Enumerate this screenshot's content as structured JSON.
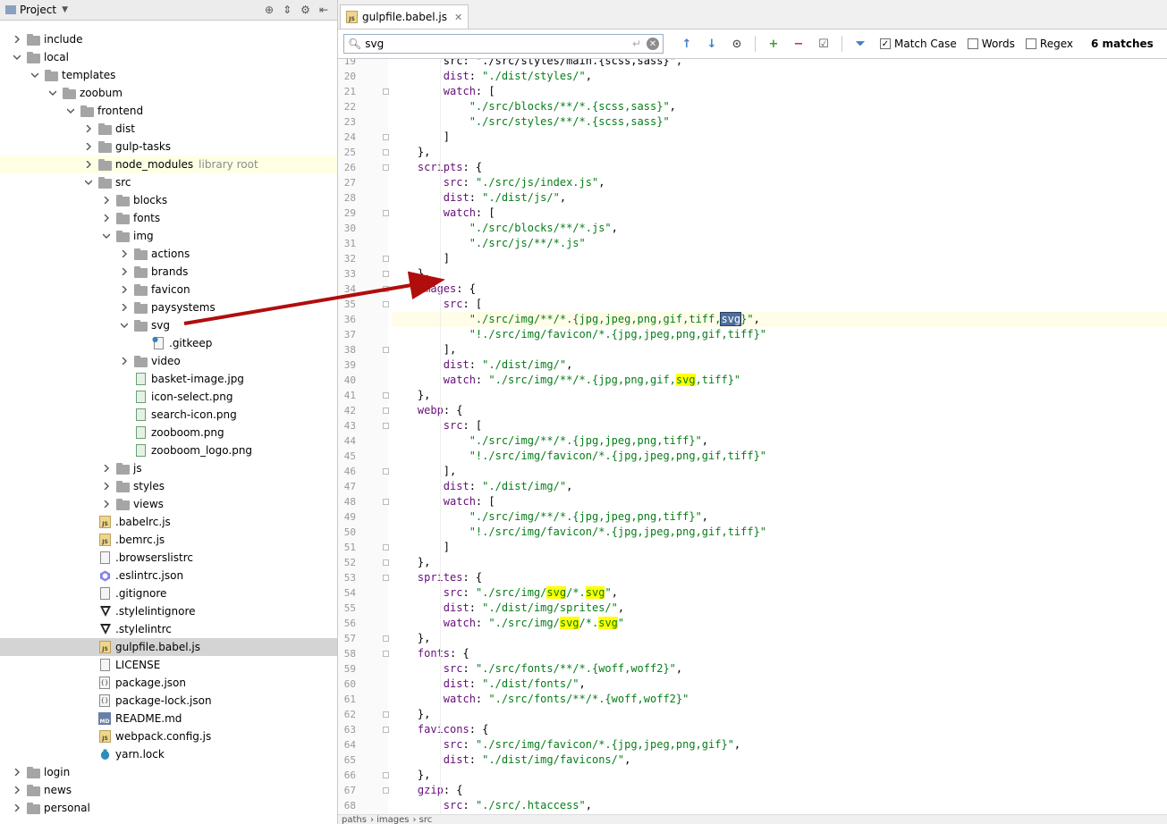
{
  "sidebar": {
    "title": "Project",
    "tree": [
      {
        "label": "include",
        "kind": "folder",
        "depth": 0,
        "chev": "right"
      },
      {
        "label": "local",
        "kind": "folder",
        "depth": 0,
        "chev": "down"
      },
      {
        "label": "templates",
        "kind": "folder",
        "depth": 1,
        "chev": "down"
      },
      {
        "label": "zoobum",
        "kind": "folder",
        "depth": 2,
        "chev": "down"
      },
      {
        "label": "frontend",
        "kind": "folder",
        "depth": 3,
        "chev": "down"
      },
      {
        "label": "dist",
        "kind": "folder",
        "depth": 4,
        "chev": "right"
      },
      {
        "label": "gulp-tasks",
        "kind": "folder",
        "depth": 4,
        "chev": "right"
      },
      {
        "label": "node_modules",
        "kind": "folder",
        "depth": 4,
        "chev": "right",
        "hint": "library root",
        "highlight": true
      },
      {
        "label": "src",
        "kind": "folder",
        "depth": 4,
        "chev": "down"
      },
      {
        "label": "blocks",
        "kind": "folder",
        "depth": 5,
        "chev": "right"
      },
      {
        "label": "fonts",
        "kind": "folder",
        "depth": 5,
        "chev": "right"
      },
      {
        "label": "img",
        "kind": "folder",
        "depth": 5,
        "chev": "down"
      },
      {
        "label": "actions",
        "kind": "folder",
        "depth": 6,
        "chev": "right"
      },
      {
        "label": "brands",
        "kind": "folder",
        "depth": 6,
        "chev": "right"
      },
      {
        "label": "favicon",
        "kind": "folder",
        "depth": 6,
        "chev": "right"
      },
      {
        "label": "paysystems",
        "kind": "folder",
        "depth": 6,
        "chev": "right"
      },
      {
        "label": "svg",
        "kind": "folder",
        "depth": 6,
        "chev": "down"
      },
      {
        "label": ".gitkeep",
        "kind": "git",
        "depth": 7,
        "chev": ""
      },
      {
        "label": "video",
        "kind": "folder",
        "depth": 6,
        "chev": "right"
      },
      {
        "label": "basket-image.jpg",
        "kind": "image",
        "depth": 6,
        "chev": ""
      },
      {
        "label": "icon-select.png",
        "kind": "image",
        "depth": 6,
        "chev": ""
      },
      {
        "label": "search-icon.png",
        "kind": "image",
        "depth": 6,
        "chev": ""
      },
      {
        "label": "zooboom.png",
        "kind": "image",
        "depth": 6,
        "chev": ""
      },
      {
        "label": "zooboom_logo.png",
        "kind": "image",
        "depth": 6,
        "chev": ""
      },
      {
        "label": "js",
        "kind": "folder",
        "depth": 5,
        "chev": "right"
      },
      {
        "label": "styles",
        "kind": "folder",
        "depth": 5,
        "chev": "right"
      },
      {
        "label": "views",
        "kind": "folder",
        "depth": 5,
        "chev": "right"
      },
      {
        "label": ".babelrc.js",
        "kind": "js",
        "depth": 4,
        "chev": ""
      },
      {
        "label": ".bemrc.js",
        "kind": "js",
        "depth": 4,
        "chev": ""
      },
      {
        "label": ".browserslistrc",
        "kind": "file",
        "depth": 4,
        "chev": ""
      },
      {
        "label": ".eslintrc.json",
        "kind": "eslint",
        "depth": 4,
        "chev": ""
      },
      {
        "label": ".gitignore",
        "kind": "file",
        "depth": 4,
        "chev": ""
      },
      {
        "label": ".stylelintignore",
        "kind": "style",
        "depth": 4,
        "chev": ""
      },
      {
        "label": ".stylelintrc",
        "kind": "style",
        "depth": 4,
        "chev": ""
      },
      {
        "label": "gulpfile.babel.js",
        "kind": "js",
        "depth": 4,
        "chev": "",
        "selected": true
      },
      {
        "label": "LICENSE",
        "kind": "file",
        "depth": 4,
        "chev": ""
      },
      {
        "label": "package.json",
        "kind": "json",
        "depth": 4,
        "chev": ""
      },
      {
        "label": "package-lock.json",
        "kind": "json",
        "depth": 4,
        "chev": ""
      },
      {
        "label": "README.md",
        "kind": "md",
        "depth": 4,
        "chev": ""
      },
      {
        "label": "webpack.config.js",
        "kind": "js",
        "depth": 4,
        "chev": ""
      },
      {
        "label": "yarn.lock",
        "kind": "yarn",
        "depth": 4,
        "chev": ""
      },
      {
        "label": "login",
        "kind": "folder",
        "depth": 0,
        "chev": "right"
      },
      {
        "label": "news",
        "kind": "folder",
        "depth": 0,
        "chev": "right"
      },
      {
        "label": "personal",
        "kind": "folder",
        "depth": 0,
        "chev": "right"
      }
    ]
  },
  "editor": {
    "tab_label": "gulpfile.babel.js",
    "search": {
      "query": "svg",
      "match_case_label": "Match Case",
      "match_case_checked": true,
      "words_label": "Words",
      "words_checked": false,
      "regex_label": "Regex",
      "regex_checked": false,
      "matches_label": "6 matches"
    },
    "first_line": 19,
    "current_line": 36,
    "lines": [
      [
        {
          "t": "        src: \"./src/styles/main.{scss,sass}\",",
          "c": "mix"
        }
      ],
      [
        {
          "t": "        ",
          "c": ""
        },
        {
          "t": "dist",
          "c": "k"
        },
        {
          "t": ": ",
          "c": ""
        },
        {
          "t": "\"./dist/styles/\"",
          "c": "s"
        },
        {
          "t": ",",
          "c": ""
        }
      ],
      [
        {
          "t": "        ",
          "c": ""
        },
        {
          "t": "watch",
          "c": "k"
        },
        {
          "t": ": [",
          "c": ""
        }
      ],
      [
        {
          "t": "            ",
          "c": ""
        },
        {
          "t": "\"./src/blocks/**/*.{scss,sass}\"",
          "c": "s"
        },
        {
          "t": ",",
          "c": ""
        }
      ],
      [
        {
          "t": "            ",
          "c": ""
        },
        {
          "t": "\"./src/styles/**/*.{scss,sass}\"",
          "c": "s"
        }
      ],
      [
        {
          "t": "        ]",
          "c": ""
        }
      ],
      [
        {
          "t": "    },",
          "c": ""
        }
      ],
      [
        {
          "t": "    ",
          "c": ""
        },
        {
          "t": "scripts",
          "c": "k"
        },
        {
          "t": ": {",
          "c": ""
        }
      ],
      [
        {
          "t": "        ",
          "c": ""
        },
        {
          "t": "src",
          "c": "k"
        },
        {
          "t": ": ",
          "c": ""
        },
        {
          "t": "\"./src/js/index.js\"",
          "c": "s"
        },
        {
          "t": ",",
          "c": ""
        }
      ],
      [
        {
          "t": "        ",
          "c": ""
        },
        {
          "t": "dist",
          "c": "k"
        },
        {
          "t": ": ",
          "c": ""
        },
        {
          "t": "\"./dist/js/\"",
          "c": "s"
        },
        {
          "t": ",",
          "c": ""
        }
      ],
      [
        {
          "t": "        ",
          "c": ""
        },
        {
          "t": "watch",
          "c": "k"
        },
        {
          "t": ": [",
          "c": ""
        }
      ],
      [
        {
          "t": "            ",
          "c": ""
        },
        {
          "t": "\"./src/blocks/**/*.js\"",
          "c": "s"
        },
        {
          "t": ",",
          "c": ""
        }
      ],
      [
        {
          "t": "            ",
          "c": ""
        },
        {
          "t": "\"./src/js/**/*.js\"",
          "c": "s"
        }
      ],
      [
        {
          "t": "        ]",
          "c": ""
        }
      ],
      [
        {
          "t": "    },",
          "c": ""
        }
      ],
      [
        {
          "t": "    ",
          "c": ""
        },
        {
          "t": "images",
          "c": "k"
        },
        {
          "t": ": {",
          "c": ""
        }
      ],
      [
        {
          "t": "        ",
          "c": ""
        },
        {
          "t": "src",
          "c": "k"
        },
        {
          "t": ": [",
          "c": ""
        }
      ],
      [
        {
          "t": "            ",
          "c": ""
        },
        {
          "t": "\"./src/img/**/*.{jpg,jpeg,png,gif,tiff,",
          "c": "s"
        },
        {
          "t": "svg",
          "c": "s hlsel"
        },
        {
          "t": "}\"",
          "c": "s"
        },
        {
          "t": ",",
          "c": ""
        }
      ],
      [
        {
          "t": "            ",
          "c": ""
        },
        {
          "t": "\"!./src/img/favicon/*.{jpg,jpeg,png,gif,tiff}\"",
          "c": "s"
        }
      ],
      [
        {
          "t": "        ],",
          "c": ""
        }
      ],
      [
        {
          "t": "        ",
          "c": ""
        },
        {
          "t": "dist",
          "c": "k"
        },
        {
          "t": ": ",
          "c": ""
        },
        {
          "t": "\"./dist/img/\"",
          "c": "s"
        },
        {
          "t": ",",
          "c": ""
        }
      ],
      [
        {
          "t": "        ",
          "c": ""
        },
        {
          "t": "watch",
          "c": "k"
        },
        {
          "t": ": ",
          "c": ""
        },
        {
          "t": "\"./src/img/**/*.{jpg,png,gif,",
          "c": "s"
        },
        {
          "t": "svg",
          "c": "s hl"
        },
        {
          "t": ",tiff}\"",
          "c": "s"
        }
      ],
      [
        {
          "t": "    },",
          "c": ""
        }
      ],
      [
        {
          "t": "    ",
          "c": ""
        },
        {
          "t": "webp",
          "c": "k"
        },
        {
          "t": ": {",
          "c": ""
        }
      ],
      [
        {
          "t": "        ",
          "c": ""
        },
        {
          "t": "src",
          "c": "k"
        },
        {
          "t": ": [",
          "c": ""
        }
      ],
      [
        {
          "t": "            ",
          "c": ""
        },
        {
          "t": "\"./src/img/**/*.{jpg,jpeg,png,tiff}\"",
          "c": "s"
        },
        {
          "t": ",",
          "c": ""
        }
      ],
      [
        {
          "t": "            ",
          "c": ""
        },
        {
          "t": "\"!./src/img/favicon/*.{jpg,jpeg,png,gif,tiff}\"",
          "c": "s"
        }
      ],
      [
        {
          "t": "        ],",
          "c": ""
        }
      ],
      [
        {
          "t": "        ",
          "c": ""
        },
        {
          "t": "dist",
          "c": "k"
        },
        {
          "t": ": ",
          "c": ""
        },
        {
          "t": "\"./dist/img/\"",
          "c": "s"
        },
        {
          "t": ",",
          "c": ""
        }
      ],
      [
        {
          "t": "        ",
          "c": ""
        },
        {
          "t": "watch",
          "c": "k"
        },
        {
          "t": ": [",
          "c": ""
        }
      ],
      [
        {
          "t": "            ",
          "c": ""
        },
        {
          "t": "\"./src/img/**/*.{jpg,jpeg,png,tiff}\"",
          "c": "s"
        },
        {
          "t": ",",
          "c": ""
        }
      ],
      [
        {
          "t": "            ",
          "c": ""
        },
        {
          "t": "\"!./src/img/favicon/*.{jpg,jpeg,png,gif,tiff}\"",
          "c": "s"
        }
      ],
      [
        {
          "t": "        ]",
          "c": ""
        }
      ],
      [
        {
          "t": "    },",
          "c": ""
        }
      ],
      [
        {
          "t": "    ",
          "c": ""
        },
        {
          "t": "sprites",
          "c": "k"
        },
        {
          "t": ": {",
          "c": ""
        }
      ],
      [
        {
          "t": "        ",
          "c": ""
        },
        {
          "t": "src",
          "c": "k"
        },
        {
          "t": ": ",
          "c": ""
        },
        {
          "t": "\"./src/img/",
          "c": "s"
        },
        {
          "t": "svg",
          "c": "s hl"
        },
        {
          "t": "/*.",
          "c": "s"
        },
        {
          "t": "svg",
          "c": "s hl"
        },
        {
          "t": "\"",
          "c": "s"
        },
        {
          "t": ",",
          "c": ""
        }
      ],
      [
        {
          "t": "        ",
          "c": ""
        },
        {
          "t": "dist",
          "c": "k"
        },
        {
          "t": ": ",
          "c": ""
        },
        {
          "t": "\"./dist/img/sprites/\"",
          "c": "s"
        },
        {
          "t": ",",
          "c": ""
        }
      ],
      [
        {
          "t": "        ",
          "c": ""
        },
        {
          "t": "watch",
          "c": "k"
        },
        {
          "t": ": ",
          "c": ""
        },
        {
          "t": "\"./src/img/",
          "c": "s"
        },
        {
          "t": "svg",
          "c": "s hl"
        },
        {
          "t": "/*.",
          "c": "s"
        },
        {
          "t": "svg",
          "c": "s hl"
        },
        {
          "t": "\"",
          "c": "s"
        }
      ],
      [
        {
          "t": "    },",
          "c": ""
        }
      ],
      [
        {
          "t": "    ",
          "c": ""
        },
        {
          "t": "fonts",
          "c": "k"
        },
        {
          "t": ": {",
          "c": ""
        }
      ],
      [
        {
          "t": "        ",
          "c": ""
        },
        {
          "t": "src",
          "c": "k"
        },
        {
          "t": ": ",
          "c": ""
        },
        {
          "t": "\"./src/fonts/**/*.{woff,woff2}\"",
          "c": "s"
        },
        {
          "t": ",",
          "c": ""
        }
      ],
      [
        {
          "t": "        ",
          "c": ""
        },
        {
          "t": "dist",
          "c": "k"
        },
        {
          "t": ": ",
          "c": ""
        },
        {
          "t": "\"./dist/fonts/\"",
          "c": "s"
        },
        {
          "t": ",",
          "c": ""
        }
      ],
      [
        {
          "t": "        ",
          "c": ""
        },
        {
          "t": "watch",
          "c": "k"
        },
        {
          "t": ": ",
          "c": ""
        },
        {
          "t": "\"./src/fonts/**/*.{woff,woff2}\"",
          "c": "s"
        }
      ],
      [
        {
          "t": "    },",
          "c": ""
        }
      ],
      [
        {
          "t": "    ",
          "c": ""
        },
        {
          "t": "favicons",
          "c": "k"
        },
        {
          "t": ": {",
          "c": ""
        }
      ],
      [
        {
          "t": "        ",
          "c": ""
        },
        {
          "t": "src",
          "c": "k"
        },
        {
          "t": ": ",
          "c": ""
        },
        {
          "t": "\"./src/img/favicon/*.{jpg,jpeg,png,gif}\"",
          "c": "s"
        },
        {
          "t": ",",
          "c": ""
        }
      ],
      [
        {
          "t": "        ",
          "c": ""
        },
        {
          "t": "dist",
          "c": "k"
        },
        {
          "t": ": ",
          "c": ""
        },
        {
          "t": "\"./dist/img/favicons/\"",
          "c": "s"
        },
        {
          "t": ",",
          "c": ""
        }
      ],
      [
        {
          "t": "    },",
          "c": ""
        }
      ],
      [
        {
          "t": "    ",
          "c": ""
        },
        {
          "t": "gzip",
          "c": "k"
        },
        {
          "t": ": {",
          "c": ""
        }
      ],
      [
        {
          "t": "        ",
          "c": ""
        },
        {
          "t": "src",
          "c": "k"
        },
        {
          "t": ": ",
          "c": ""
        },
        {
          "t": "\"./src/.htaccess\"",
          "c": "s"
        },
        {
          "t": ",",
          "c": ""
        }
      ]
    ],
    "breadcrumb": [
      "paths",
      "images",
      "src"
    ]
  },
  "colors": {
    "keyword": "#660e7a",
    "string": "#067d17",
    "match": "#ffff00",
    "arrow": "#b10d0d"
  }
}
